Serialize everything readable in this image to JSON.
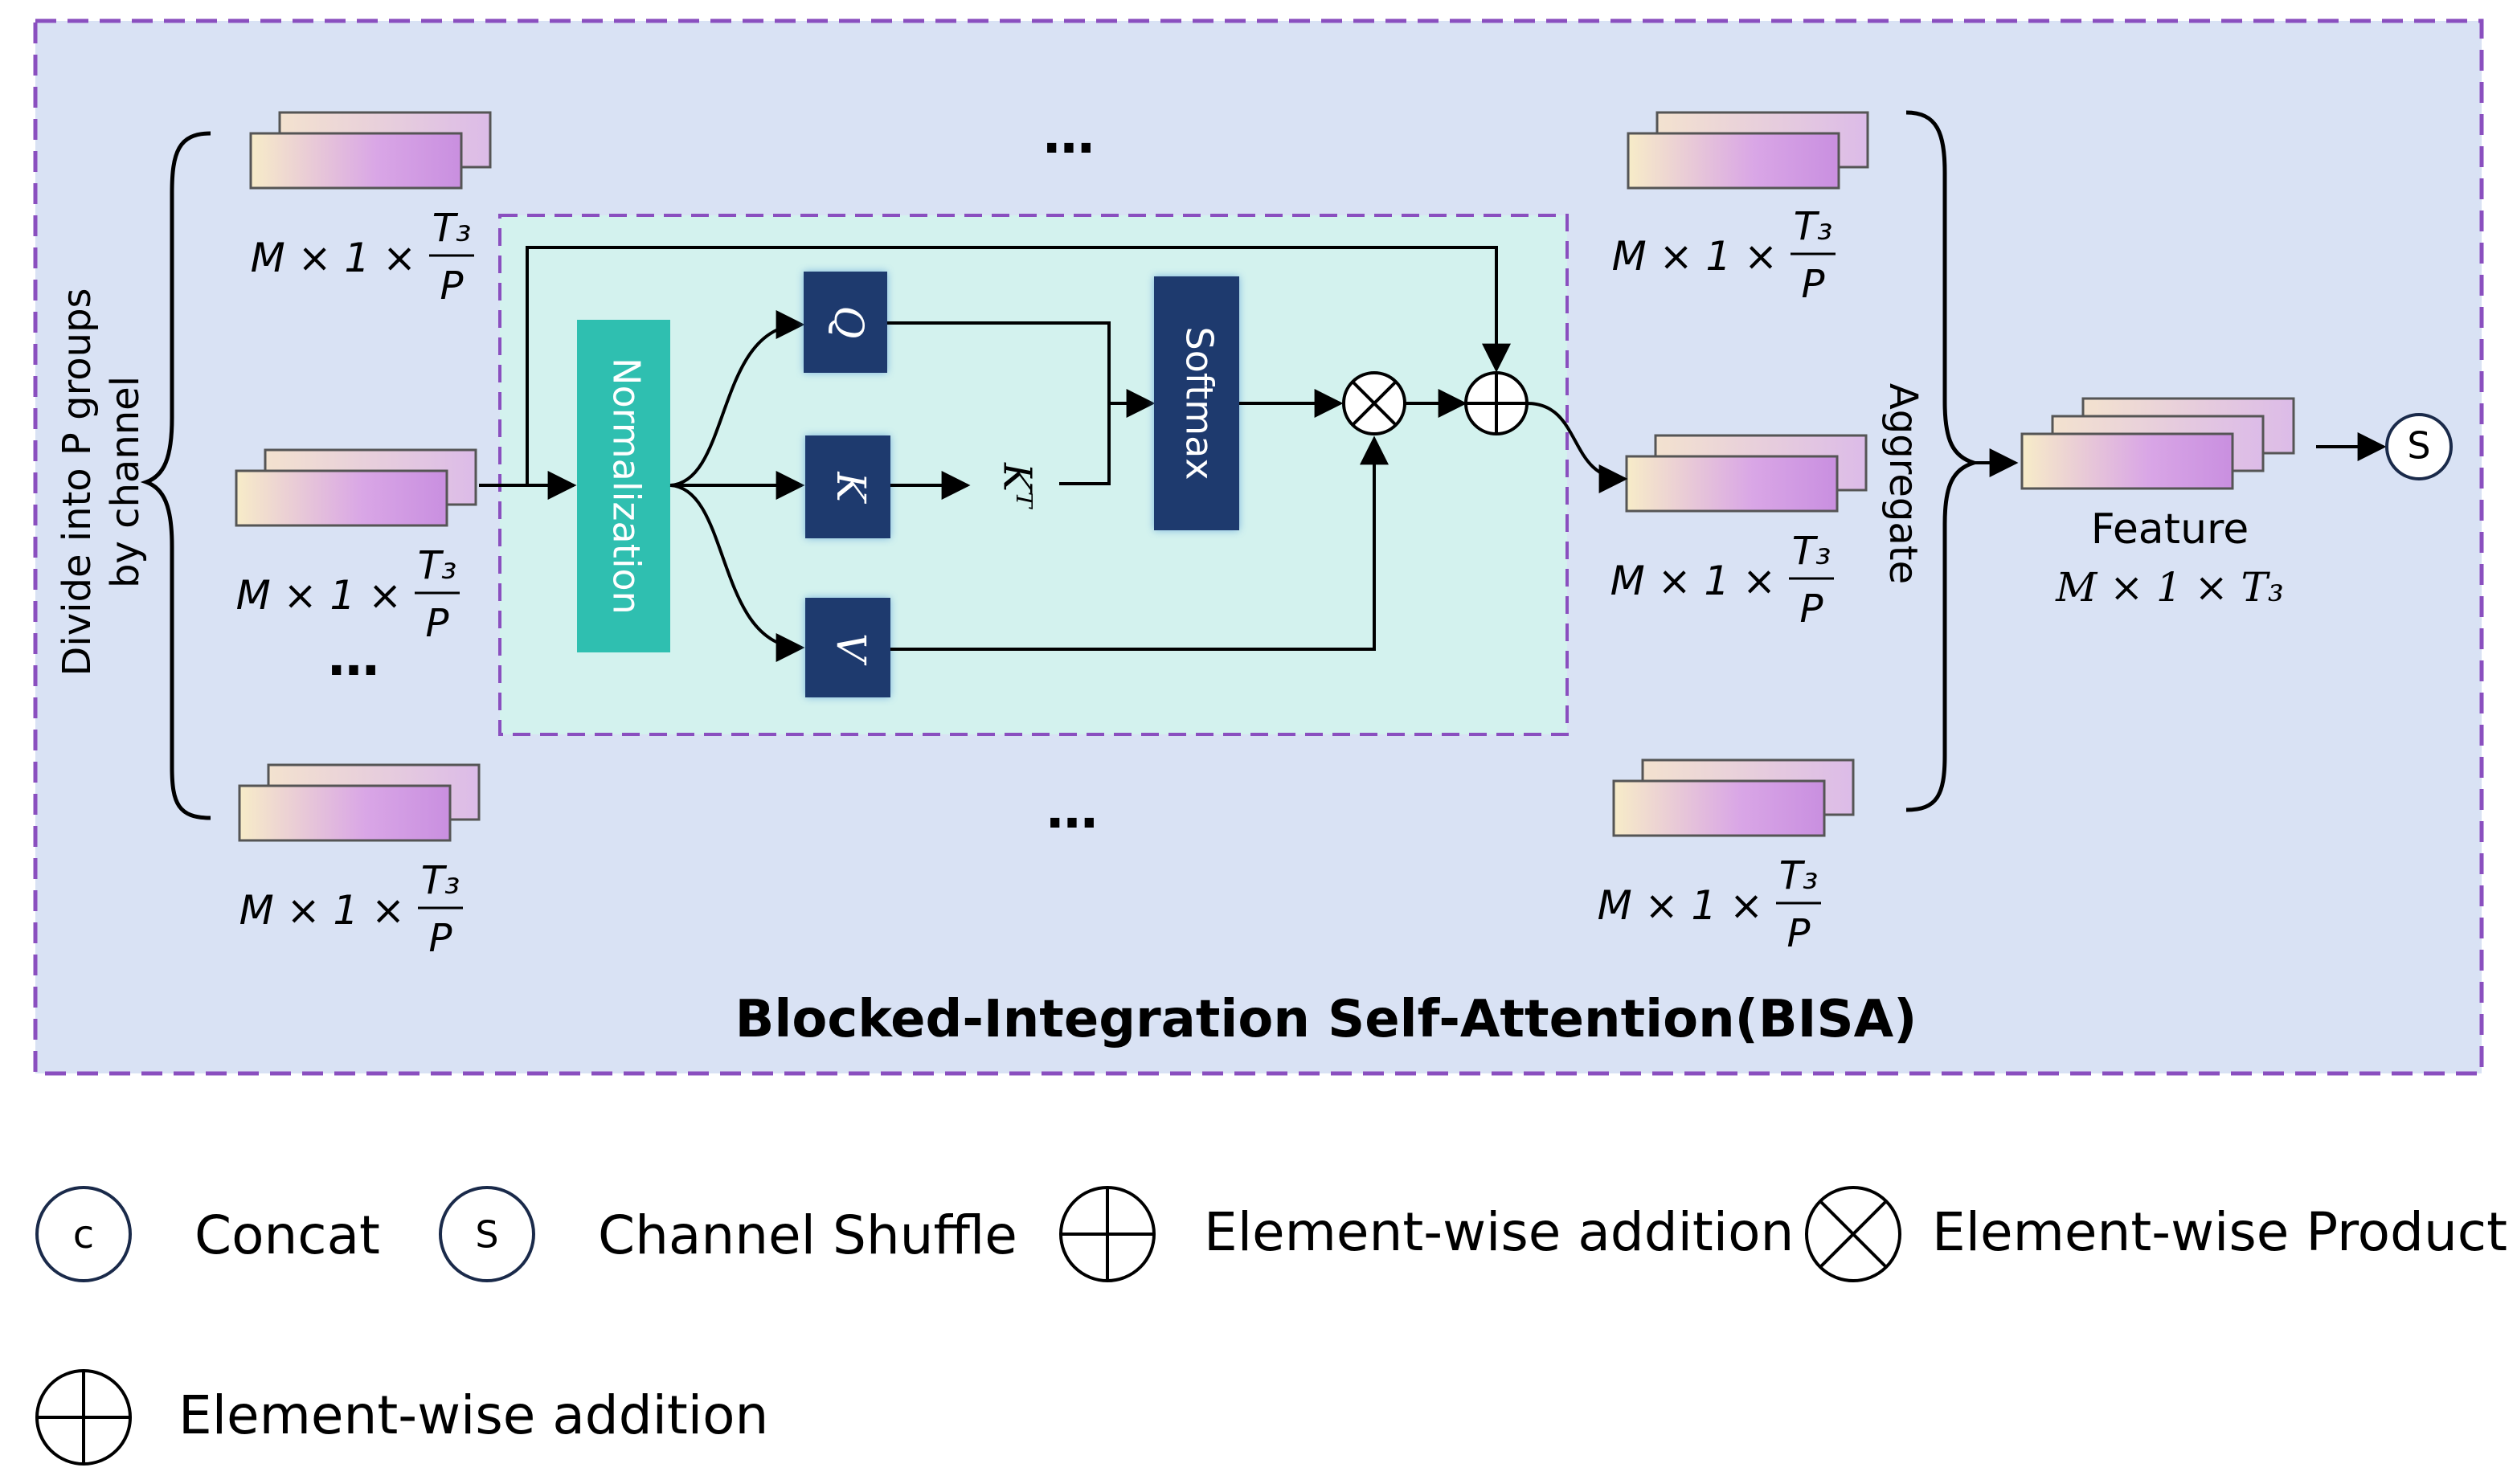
{
  "diagram": {
    "title": "Blocked-Integration Self-Attention(BISA)",
    "left_brace_label_line1": "Divide into P groups",
    "left_brace_label_line2": "by channel",
    "right_brace_label": "Aggregate",
    "ellipsis": "…",
    "group_size": {
      "prefix": "M × 1 ×",
      "numerator": "T₃",
      "denominator": "P"
    },
    "block": {
      "norm_label": "Normalization",
      "q_label": "Q",
      "k_label": "K",
      "v_label": "V",
      "kt_label": "Kᵀ",
      "softmax_label": "Softmax"
    },
    "output": {
      "label": "Feature",
      "dim": "M × 1 × T₃",
      "shuffle_symbol": "S"
    }
  },
  "legend": {
    "concat_symbol": "c",
    "concat_label": "Concat",
    "shuffle_symbol": "S",
    "shuffle_label": "Channel Shuffle",
    "add_label": "Element-wise addition",
    "product_label": "Element-wise Product",
    "add2_label": "Element-wise addition"
  },
  "colors": {
    "outer_fill": "#d9e2f4",
    "outer_border": "#8a4fbf",
    "inner_fill": "#d3f2ee",
    "norm_fill": "#2fbfb0",
    "qkv_fill": "#1e3a6e",
    "feature_grad_start": "#f7ecc8",
    "feature_grad_end": "#c98fe0"
  }
}
